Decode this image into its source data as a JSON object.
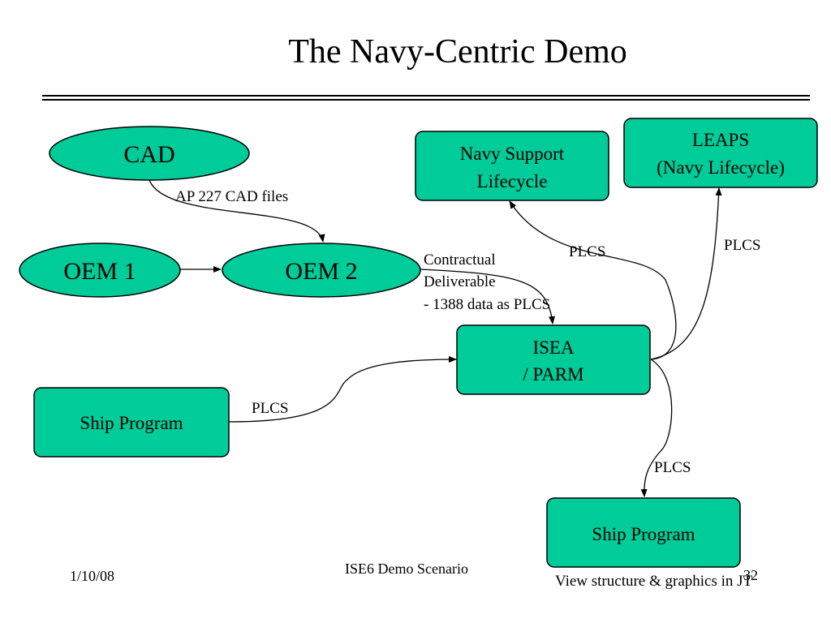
{
  "slide": {
    "title": "The Navy-Centric Demo",
    "footer_date": "1/10/08",
    "footer_center": "ISE6 Demo Scenario",
    "page_number": "32",
    "bottom_note": "View structure & graphics in JT"
  },
  "colors": {
    "node_fill": "#00cc99",
    "stroke": "#000000"
  },
  "diagram": {
    "nodes": {
      "cad": {
        "lines": [
          "CAD"
        ]
      },
      "oem1": {
        "lines": [
          "OEM 1"
        ]
      },
      "oem2": {
        "lines": [
          "OEM 2"
        ]
      },
      "navy_support": {
        "lines": [
          "Navy Support",
          "Lifecycle"
        ]
      },
      "leaps": {
        "lines": [
          "LEAPS",
          "(Navy Lifecycle)"
        ]
      },
      "isea": {
        "lines": [
          "ISEA",
          "/ PARM"
        ]
      },
      "ship_program_left": {
        "lines": [
          "Ship Program"
        ]
      },
      "ship_program_right": {
        "lines": [
          "Ship Program"
        ]
      }
    },
    "edge_labels": {
      "cad_to_oem2": [
        "AP 227 CAD files"
      ],
      "oem2_to_isea": [
        "Contractual",
        "Deliverable",
        "- 1388 data as PLCS"
      ],
      "isea_to_navy_support": [
        "PLCS"
      ],
      "isea_to_leaps": [
        "PLCS"
      ],
      "ship_to_isea": [
        "PLCS"
      ],
      "isea_to_ship_right": [
        "PLCS"
      ]
    }
  }
}
